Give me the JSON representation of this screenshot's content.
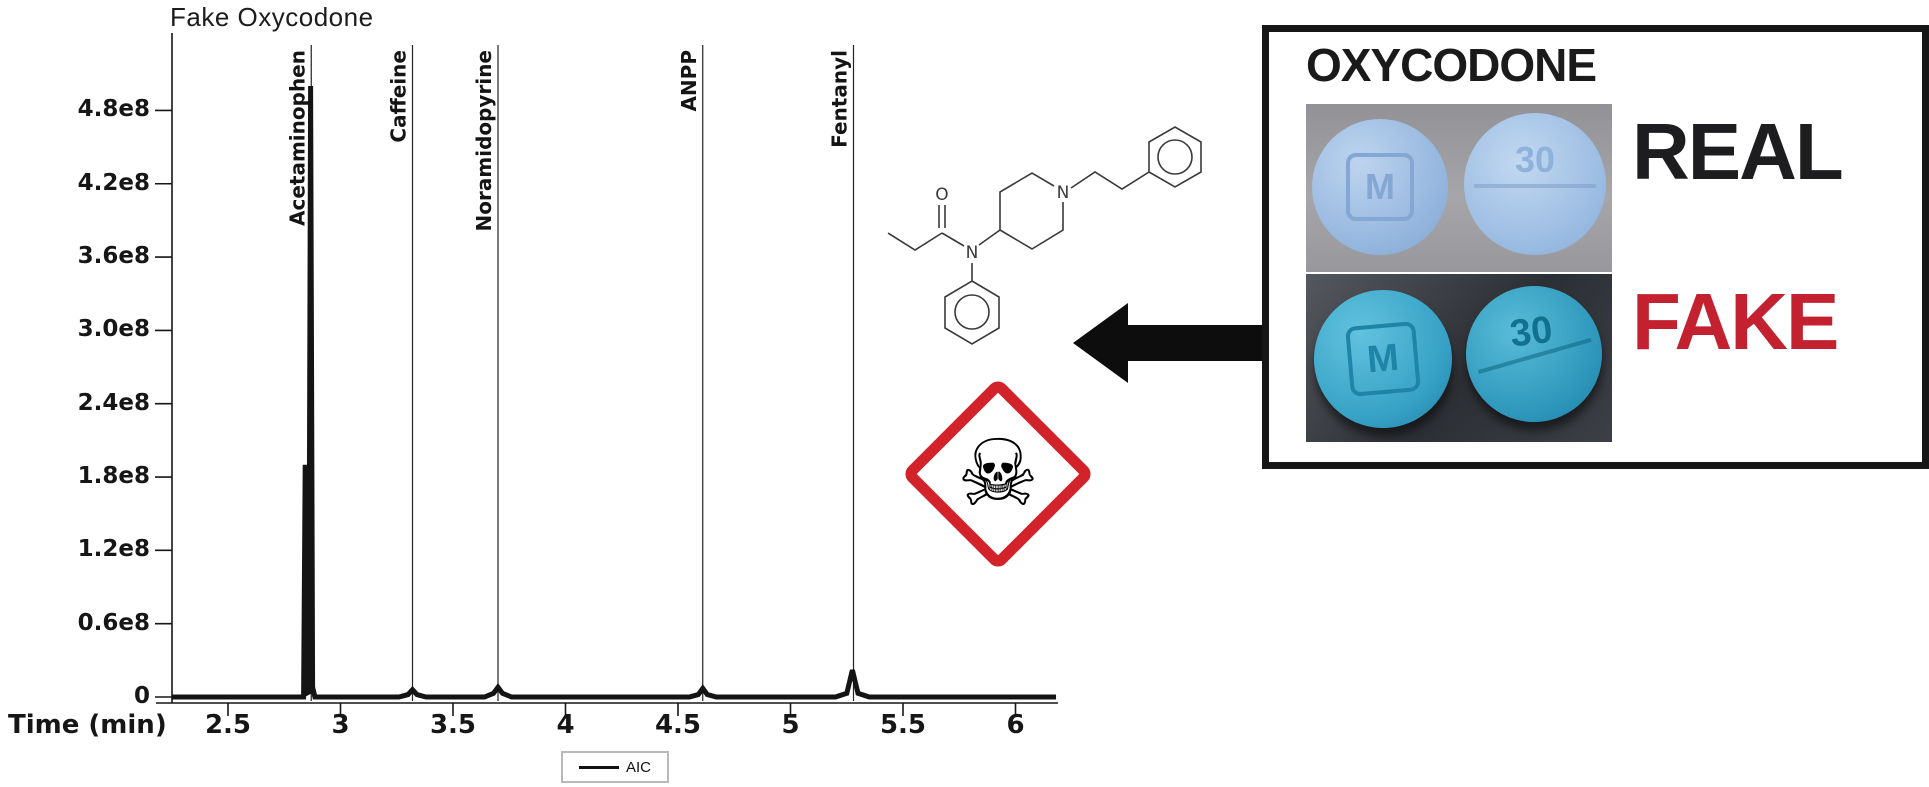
{
  "title": "Fake Oxycodone",
  "axes": {
    "x_label": "Time (min)",
    "x_ticks": [
      {
        "label": "2.5",
        "value": 2.5
      },
      {
        "label": "3",
        "value": 3
      },
      {
        "label": "3.5",
        "value": 3.5
      },
      {
        "label": "4",
        "value": 4
      },
      {
        "label": "4.5",
        "value": 4.5
      },
      {
        "label": "5",
        "value": 5
      },
      {
        "label": "5.5",
        "value": 5.5
      },
      {
        "label": "6",
        "value": 6
      }
    ],
    "y_ticks": [
      {
        "label": "4.8e8",
        "value": 480000000
      },
      {
        "label": "4.2e8",
        "value": 420000000
      },
      {
        "label": "3.6e8",
        "value": 360000000
      },
      {
        "label": "3.0e8",
        "value": 300000000
      },
      {
        "label": "2.4e8",
        "value": 240000000
      },
      {
        "label": "1.8e8",
        "value": 180000000
      },
      {
        "label": "1.2e8",
        "value": 120000000
      },
      {
        "label": "0.6e8",
        "value": 60000000
      },
      {
        "label": "0",
        "value": 0
      }
    ]
  },
  "legend": {
    "label": "AIC",
    "position": "bottom-center"
  },
  "chart_data": {
    "type": "line",
    "title": "Fake Oxycodone",
    "xlabel": "Time (min)",
    "ylabel": "",
    "xlim": [
      2.25,
      6.19
    ],
    "ylim": [
      0,
      540000000
    ],
    "grid": false,
    "peaks": [
      {
        "name": "Acetaminophen",
        "time": 2.87,
        "intensity": 500000000
      },
      {
        "name": "Caffeine",
        "time": 3.32,
        "intensity": 6000000
      },
      {
        "name": "Noramidopyrine",
        "time": 3.7,
        "intensity": 8000000
      },
      {
        "name": "ANPP",
        "time": 4.61,
        "intensity": 7000000
      },
      {
        "name": "Fentanyl",
        "time": 5.28,
        "intensity": 22000000
      }
    ],
    "series": [
      {
        "name": "AIC",
        "points": [
          [
            2.25,
            0
          ],
          [
            2.82,
            0
          ],
          [
            2.836,
            0
          ],
          [
            2.843,
            190000000
          ],
          [
            2.849,
            3000000
          ],
          [
            2.859,
            4000000
          ],
          [
            2.867,
            500000000
          ],
          [
            2.876,
            8000000
          ],
          [
            2.886,
            0
          ],
          [
            3.26,
            0
          ],
          [
            3.3,
            2000000
          ],
          [
            3.32,
            6000000
          ],
          [
            3.34,
            2000000
          ],
          [
            3.38,
            0
          ],
          [
            3.64,
            0
          ],
          [
            3.68,
            3000000
          ],
          [
            3.7,
            8000000
          ],
          [
            3.72,
            3000000
          ],
          [
            3.76,
            0
          ],
          [
            4.55,
            0
          ],
          [
            4.59,
            2000000
          ],
          [
            4.61,
            7000000
          ],
          [
            4.63,
            2000000
          ],
          [
            4.67,
            0
          ],
          [
            5.2,
            0
          ],
          [
            5.25,
            3000000
          ],
          [
            5.275,
            22000000
          ],
          [
            5.3,
            3000000
          ],
          [
            5.35,
            0
          ],
          [
            6.18,
            0
          ]
        ]
      }
    ]
  },
  "molecule": {
    "name": "fentanyl skeletal structure",
    "atoms": [
      "O",
      "N",
      "N"
    ]
  },
  "hazard": {
    "symbol": "skull-and-crossbones",
    "skull_glyph": "☠",
    "border_color": "#d2232a"
  },
  "panel": {
    "heading": "OXYCODONE",
    "real_label": "REAL",
    "fake_label": "FAKE",
    "fake_color": "#c42130",
    "pills": {
      "imprint_left": "M",
      "imprint_right": "30"
    }
  }
}
